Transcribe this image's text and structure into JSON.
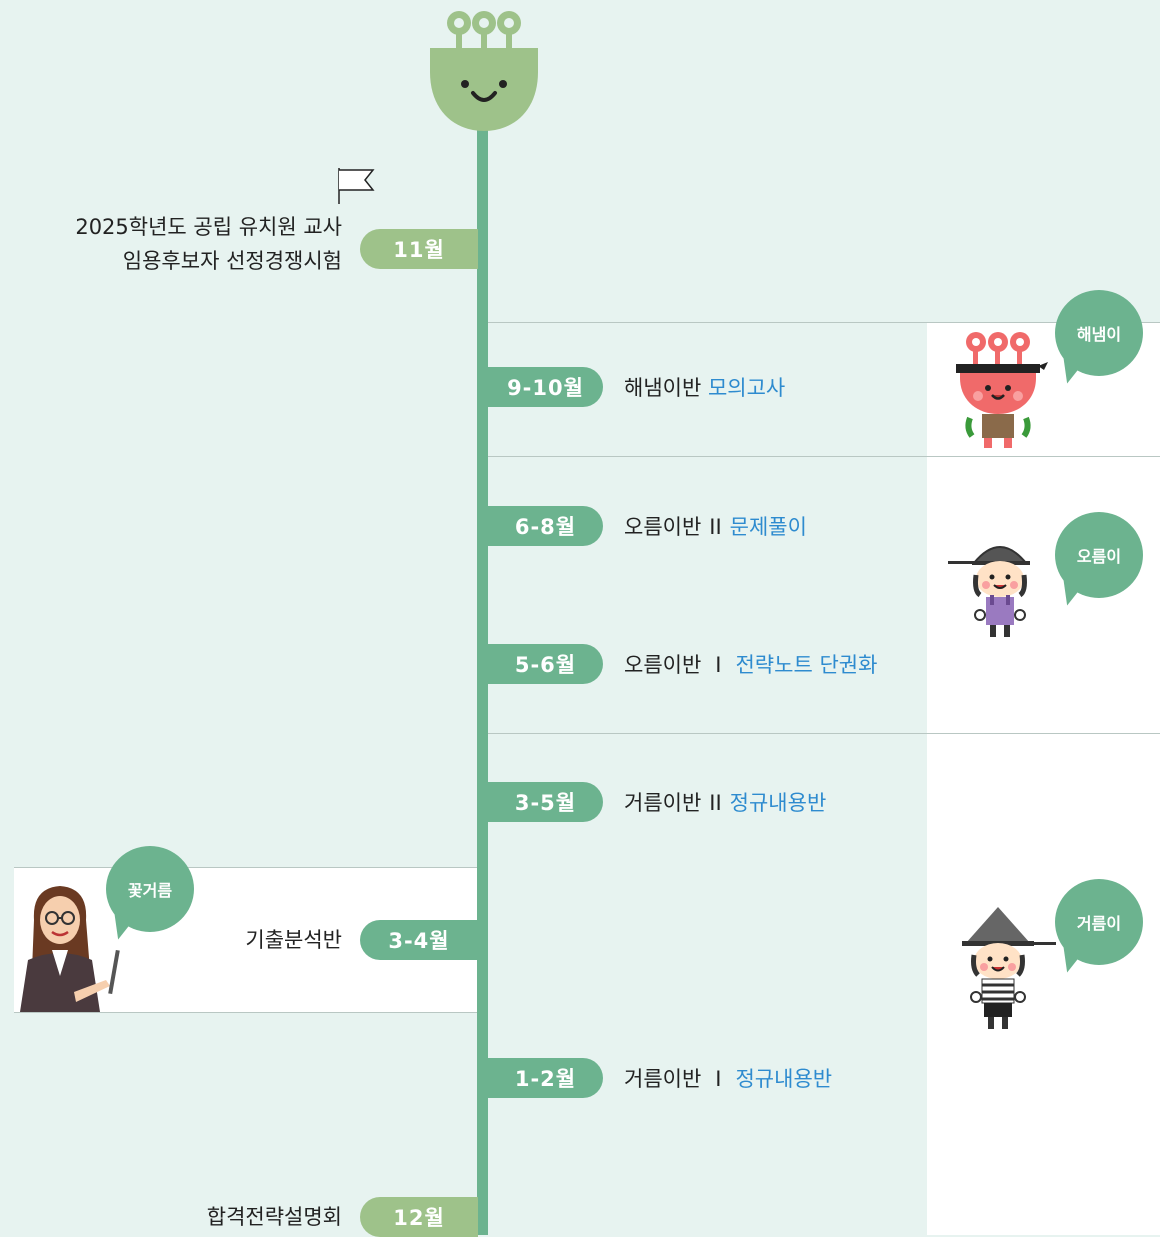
{
  "colors": {
    "background": "#e7f3f0",
    "accent": "#6cb38f",
    "pill_light": "#9ec28a",
    "highlight": "#2e8bcf",
    "mascot_red": "#f06a6a"
  },
  "mascot_top": {
    "icon": "flower-mascot-icon"
  },
  "flag": {
    "icon": "flag-icon"
  },
  "milestone_exam": {
    "line1": "2025학년도 공립 유치원 교사",
    "line2": "임용후보자 선정경쟁시험",
    "month": "11월"
  },
  "rows": [
    {
      "month": "9-10월",
      "course": "해냄이반",
      "mark": "",
      "topic": "모의고사"
    },
    {
      "month": "6-8월",
      "course": "오름이반",
      "mark": "II",
      "topic": "문제풀이"
    },
    {
      "month": "5-6월",
      "course": "오름이반",
      "mark": "I",
      "topic": "전략노트 단권화"
    },
    {
      "month": "3-5월",
      "course": "거름이반",
      "mark": "II",
      "topic": "정규내용반"
    },
    {
      "month": "1-2월",
      "course": "거름이반",
      "mark": "I",
      "topic": "정규내용반"
    }
  ],
  "teacher_row": {
    "label": "기출분석반",
    "month": "3-4월",
    "bubble": "꽃거름",
    "icon": "teacher-icon"
  },
  "seminar": {
    "label": "합격전략설명회",
    "month": "12월"
  },
  "bubbles": {
    "haenaemi": "해냄이",
    "oreumi": "오름이",
    "georeumi": "거름이"
  },
  "characters": {
    "haenaemi": "haenaemi-mascot-icon",
    "oreumi": "oreumi-mascot-icon",
    "georeumi": "georeumi-mascot-icon"
  }
}
